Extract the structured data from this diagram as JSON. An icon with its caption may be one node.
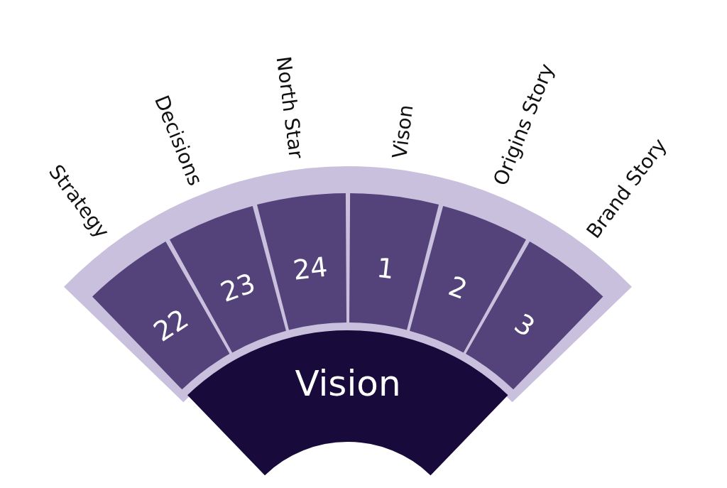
{
  "diagram": {
    "nodes": [
      {
        "text": [
          "22"
        ],
        "beside": [
          "Strategy"
        ]
      },
      {
        "text": [
          "23"
        ],
        "beside": [
          "Decisions"
        ]
      },
      {
        "text": [
          "24"
        ],
        "beside": [
          "North Star"
        ]
      },
      {
        "text": [
          "1"
        ],
        "beside": [
          "Vison"
        ]
      },
      {
        "text": [
          "2"
        ],
        "beside": [
          "Origins Story"
        ]
      },
      {
        "text": [
          "3"
        ],
        "beside": [
          "Brand Story"
        ]
      },
      {
        "text": [
          "Vision"
        ]
      }
    ]
  }
}
